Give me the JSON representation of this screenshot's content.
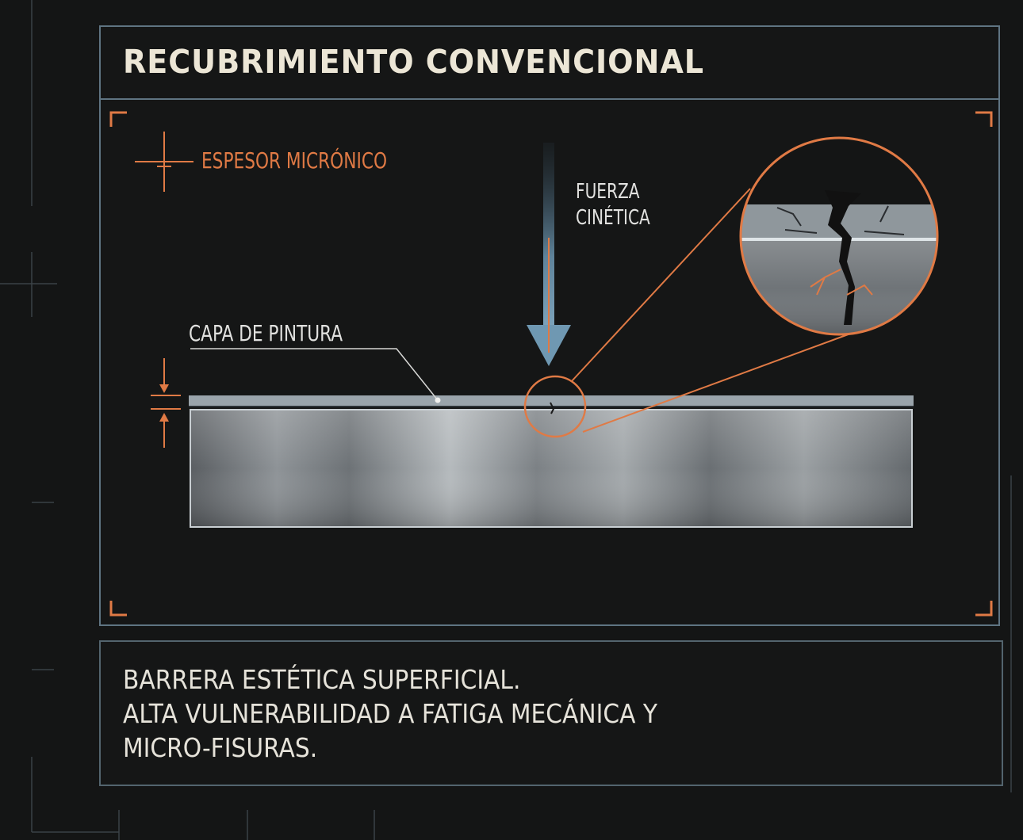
{
  "title": "RECUBRIMIENTO CONVENCIONAL",
  "labels": {
    "thickness": "ESPESOR MICRÓNICO",
    "force_line1": "FUERZA",
    "force_line2": "CINÉTICA",
    "paint_layer": "CAPA DE PINTURA"
  },
  "description": {
    "line1": "BARRERA ESTÉTICA SUPERFICIAL.",
    "line2": "ALTA VULNERABILIDAD A FATIGA MECÁNICA Y",
    "line3": "MICRO-FISURAS."
  },
  "colors": {
    "background": "#141515",
    "panel_border": "#5f7482",
    "accent_orange": "#e07a45",
    "arrow_blue": "#6b8da3",
    "text_light": "#e6e3da"
  },
  "icons": [
    "crosshair-icon",
    "force-arrow-icon",
    "magnifier-circle-icon",
    "thickness-arrows-icon",
    "corner-bracket-icon"
  ]
}
